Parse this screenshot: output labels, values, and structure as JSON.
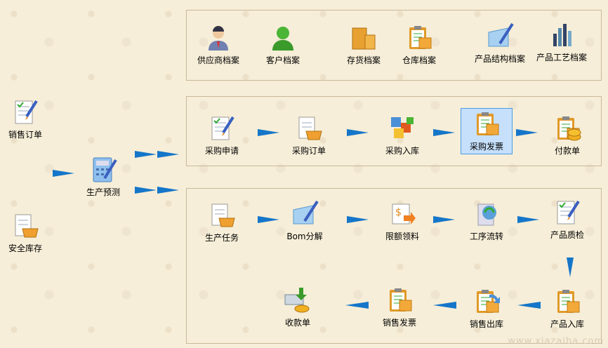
{
  "archives": [
    "供应商档案",
    "客户档案",
    "存货档案",
    "仓库档案",
    "产品结构档案",
    "产品工艺档案"
  ],
  "left": {
    "sales_order": "销售订单",
    "safety_stock": "安全库存",
    "forecast": "生产预测"
  },
  "purchase": [
    "采购申请",
    "采购订单",
    "采购入库",
    "采购发票",
    "付款单"
  ],
  "production": [
    "生产任务",
    "Bom分解",
    "限额领料",
    "工序流转",
    "产品质检"
  ],
  "sales": [
    "收款单",
    "销售发票",
    "销售出库",
    "产品入库"
  ],
  "selected": "采购发票",
  "watermark": "www.xiazaiba.com"
}
